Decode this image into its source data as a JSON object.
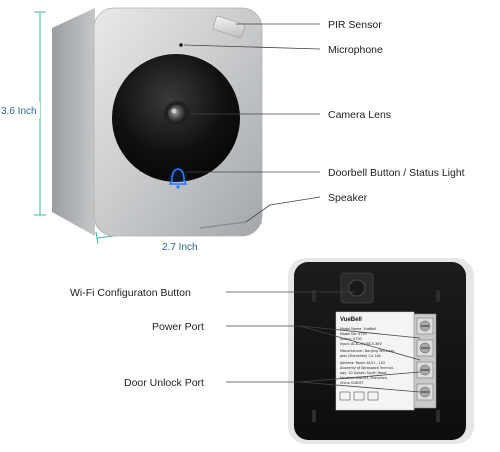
{
  "dimensions": {
    "height": "3.6 Inch",
    "width": "2.7 Inch"
  },
  "front_labels": {
    "pir_sensor": "PIR Sensor",
    "microphone": "Microphone",
    "camera_lens": "Camera Lens",
    "doorbell_button": "Doorbell  Button / Status Light",
    "speaker": "Speaker"
  },
  "back_labels": {
    "wifi_button": "Wi-Fi Configuraton Button",
    "power_port": "Power Port",
    "door_unlock_port": "Door Unlock Port"
  },
  "device_label": {
    "brand": "VueBell",
    "line1": "Model Name: VueBell",
    "line2": "Model No: 4730",
    "line3": "Status: 4730",
    "line4": "Input: AC8-24V/DC5-36V",
    "line5": "Manufacturer: Nanjing Technolo-",
    "line6": "gies (Shenzhen) Co. Ltd.",
    "line7": "Address: Room  A101 - 102",
    "line8": "Academy of Aerospace Technol-",
    "line9": "ogy, 10 Gaoxin South Road,",
    "line10": "Nanshan District, Shenzhen,",
    "line11": "China 518057"
  },
  "colors": {
    "dimension_lines": "#3fb7a6",
    "device_silver": "#c9cbcd",
    "device_dark": "#151515",
    "led_blue": "#2a7bff"
  }
}
